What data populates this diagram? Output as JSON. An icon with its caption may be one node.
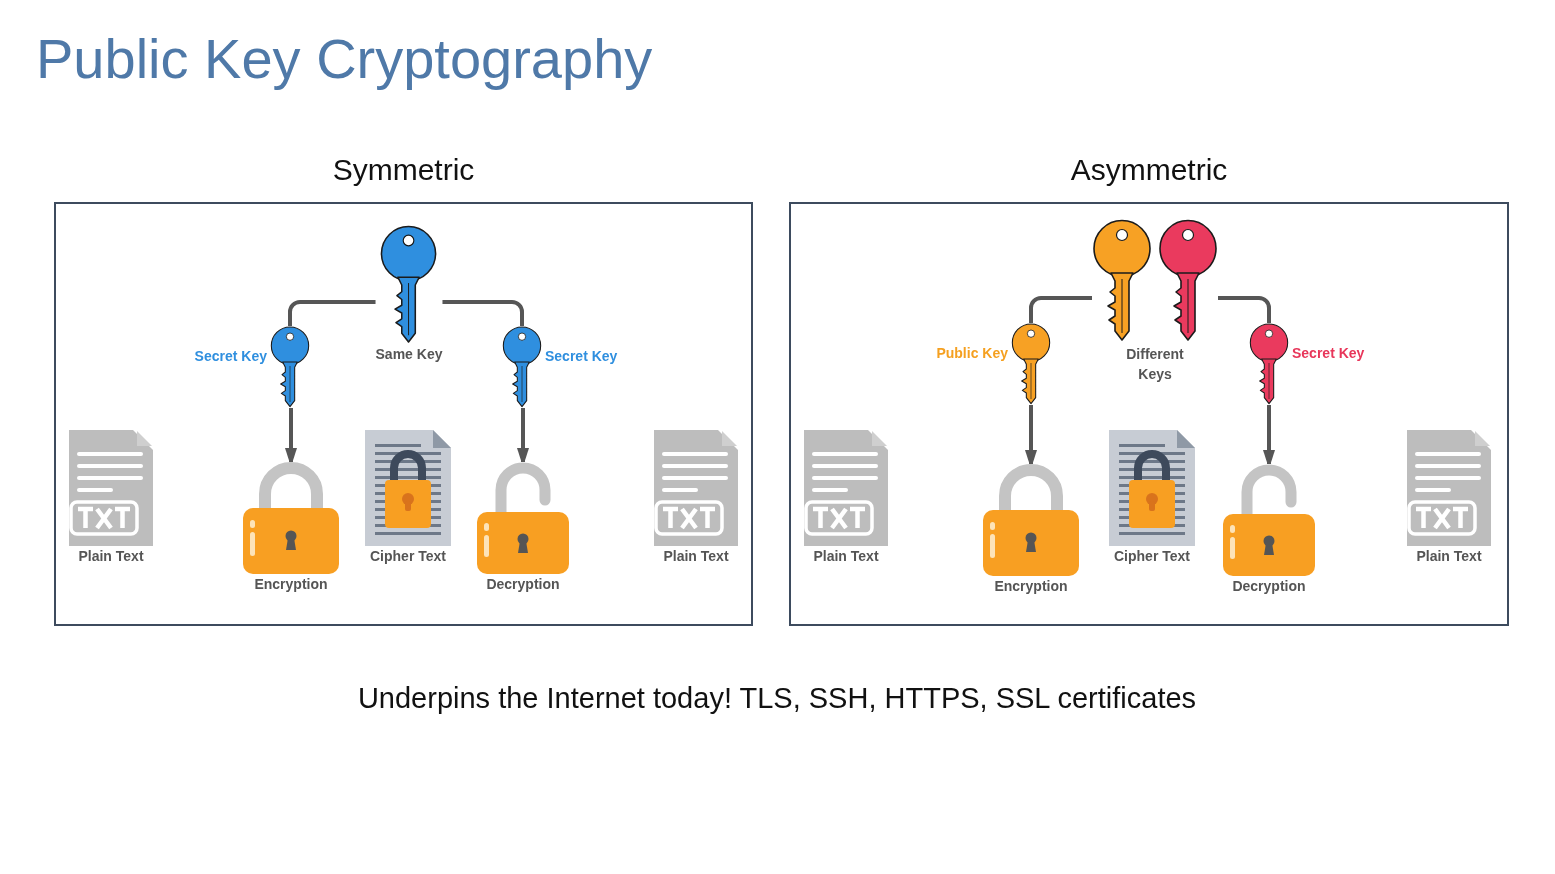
{
  "diagram": {
    "title": "Public Key Cryptography",
    "nodes": [
      {
        "text": [
          "Symmetric"
        ]
      },
      {
        "text": [
          "Same Key"
        ],
        "in": 0
      },
      {
        "text": [
          "Secret Key"
        ],
        "in": 0
      },
      {
        "text": [
          "Secret Key"
        ],
        "in": 0
      },
      {
        "text": [
          "Plain Text"
        ],
        "in": 0
      },
      {
        "text": [
          "Encryption"
        ],
        "in": 0
      },
      {
        "text": [
          "Cipher Text"
        ],
        "in": 0
      },
      {
        "text": [
          "Decryption"
        ],
        "in": 0
      },
      {
        "text": [
          "Plain Text"
        ],
        "in": 0
      },
      {
        "text": [
          "Asymmetric"
        ]
      },
      {
        "text": [
          "Different Keys"
        ],
        "in": 9
      },
      {
        "text": [
          "Public Key"
        ],
        "in": 9
      },
      {
        "text": [
          "Secret Key"
        ],
        "in": 9
      },
      {
        "text": [
          "Plain Text"
        ],
        "in": 9
      },
      {
        "text": [
          "Encryption"
        ],
        "in": 9
      },
      {
        "text": [
          "Cipher Text"
        ],
        "in": 9
      },
      {
        "text": [
          "Decryption"
        ],
        "in": 9
      },
      {
        "text": [
          "Plain Text"
        ],
        "in": 9
      }
    ],
    "edges": [
      {
        "from": 1,
        "to": 2,
        "arrow": "none"
      },
      {
        "from": 1,
        "to": 3,
        "arrow": "none"
      },
      {
        "from": 2,
        "to": 5,
        "arrow": "to"
      },
      {
        "from": 3,
        "to": 7,
        "arrow": "to"
      },
      {
        "from": 10,
        "to": 11,
        "arrow": "none"
      },
      {
        "from": 10,
        "to": 12,
        "arrow": "none"
      },
      {
        "from": 11,
        "to": 14,
        "arrow": "to"
      },
      {
        "from": 12,
        "to": 16,
        "arrow": "to"
      }
    ],
    "labels": [
      "Underpins the Internet today! TLS, SSH, HTTPS, SSL certificates"
    ]
  }
}
